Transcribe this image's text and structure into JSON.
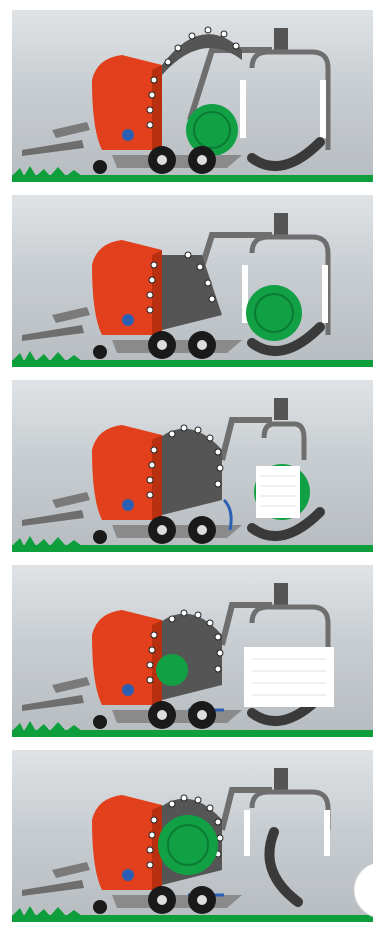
{
  "sequence": {
    "colors": {
      "body_red": "#e2401d",
      "body_red_dark": "#b8300f",
      "rollers_dark": "#555555",
      "frame_gray": "#6e6e6e",
      "ground_green": "#0e9f3c",
      "bale_green": "#12a045",
      "film_white": "#ffffff",
      "hydraulic_blue": "#2b5fb3",
      "wheel_black": "#1a1a1a"
    },
    "steps": [
      {
        "step": 1,
        "bale_state": "wrapping-table-empty-bale-exiting"
      },
      {
        "step": 2,
        "bale_state": "bale-transferred-to-wrapper"
      },
      {
        "step": 3,
        "bale_state": "bale-being-wrapped"
      },
      {
        "step": 4,
        "bale_state": "new-bale-forming-while-wrapping"
      },
      {
        "step": 5,
        "bale_state": "wrapped-bale-ejected"
      }
    ]
  }
}
